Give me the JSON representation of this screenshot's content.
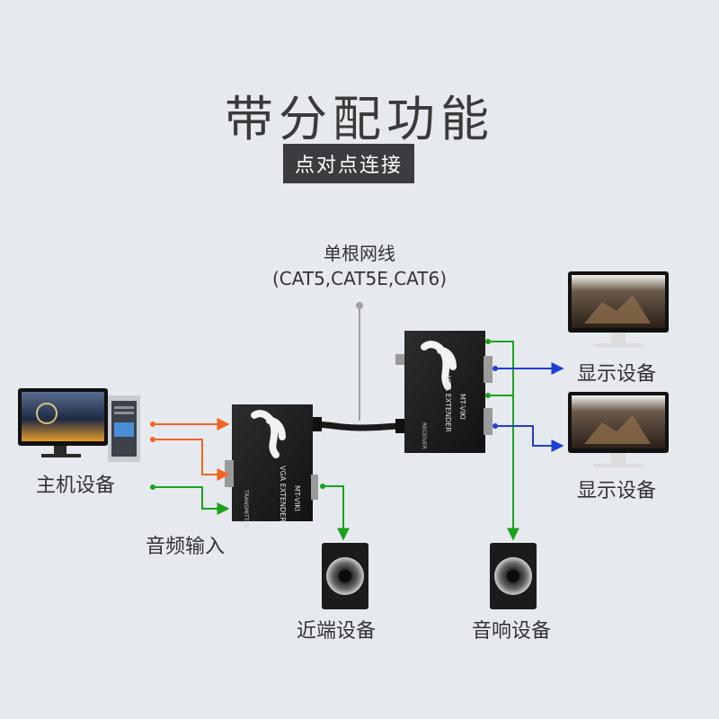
{
  "title": "带分配功能",
  "subtitle": "点对点连接",
  "cable": {
    "label": "单根网线",
    "types": "(CAT5,CAT5E,CAT6)"
  },
  "labels": {
    "host": "主机设备",
    "audio_in": "音频输入",
    "near_speaker": "近端设备",
    "far_speaker": "音响设备",
    "display_1": "显示设备",
    "display_2": "显示设备"
  },
  "devices": {
    "transmitter": {
      "brand": "MT-VIKI",
      "model": "VGA EXTENDER",
      "tag": "TRANSMITTER"
    },
    "receiver": {
      "brand": "MT-VIKI",
      "model": "VGA EXTENDER",
      "tag": "RECEIVER"
    }
  },
  "colors": {
    "video_in": "#f26522",
    "audio": "#1aa31a",
    "video_out": "#1e3fd6",
    "cable": "#222222"
  }
}
